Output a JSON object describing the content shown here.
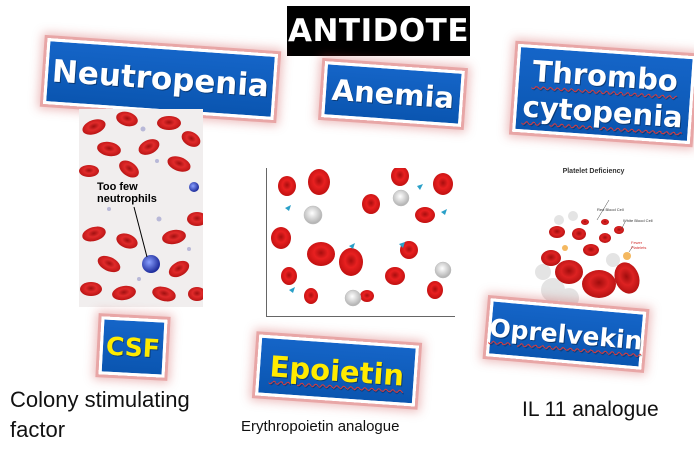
{
  "title": "ANTIDOTE",
  "banners": {
    "neutropenia": "Neutropenia",
    "anemia": "Anemia",
    "thrombo_line1": "Thrombo",
    "thrombo_line2": "cytopenia",
    "csf": "CSF",
    "epoietin": "Epoietin",
    "oprelvekin": "Oprelvekin"
  },
  "captions": {
    "csf": "Colony stimulating factor",
    "epoietin": "Erythropoietin analogue",
    "oprelvekin": "IL 11 analogue"
  },
  "images": {
    "neutrophils_label_line1": "Too few",
    "neutrophils_label_line2": "neutrophils",
    "platelet_title": "Platelet Deficiency",
    "platelet_labels": [
      "Red Blood Cell",
      "White Blood Cell",
      "Fewer Platelets"
    ]
  },
  "colors": {
    "banner_blue": "#0d5bb8",
    "banner_yellow_text": "#ffeb00",
    "rbc_red": "#d01818"
  }
}
